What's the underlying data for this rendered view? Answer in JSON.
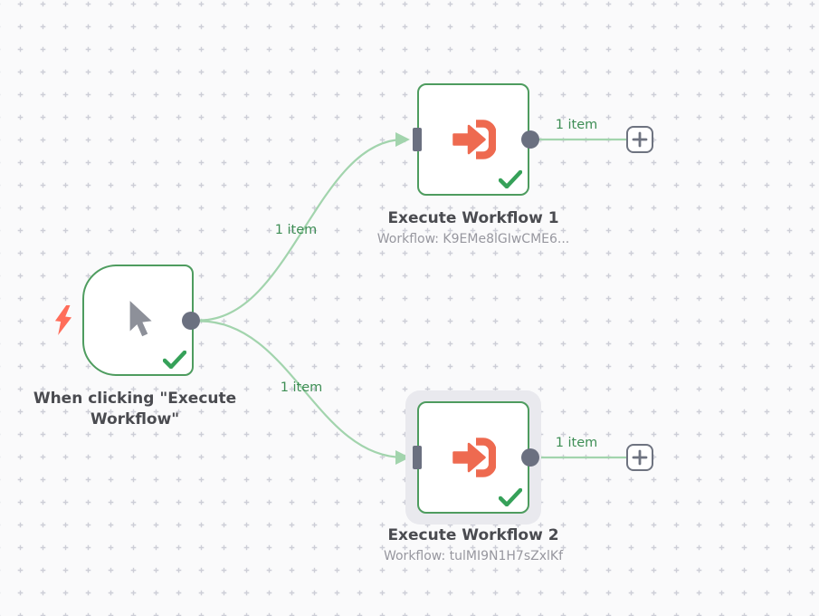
{
  "app": "n8n-workflow-canvas",
  "nodes": {
    "trigger": {
      "title": "When clicking \"Execute Workflow\"",
      "type": "manual-trigger",
      "status": "success"
    },
    "wf1": {
      "title": "Execute Workflow 1",
      "subtitle": "Workflow: K9EMe8lGIwCME6...",
      "type": "execute-workflow",
      "status": "success"
    },
    "wf2": {
      "title": "Execute Workflow 2",
      "subtitle": "Workflow: tulMI9N1H7sZxlKf",
      "type": "execute-workflow",
      "status": "success",
      "selected": true
    }
  },
  "connections": {
    "trigger_to_wf1": {
      "label": "1 item"
    },
    "trigger_to_wf2": {
      "label": "1 item"
    },
    "wf1_output": {
      "label": "1 item"
    },
    "wf2_output": {
      "label": "1 item"
    }
  },
  "buttons": {
    "add_node_wf1": "+",
    "add_node_wf2": "+"
  },
  "icons": {
    "trigger_indicator": "lightning-bolt-icon",
    "trigger_node": "mouse-cursor-icon",
    "execute_workflow_node": "sign-in-arrow-icon",
    "success": "checkmark-icon",
    "add": "plus-icon"
  },
  "colors": {
    "canvas_bg": "#fafafb",
    "grid_mark": "#cdced7",
    "node_border_success": "#4e9c5f",
    "checkmark": "#36a159",
    "connection": "#a2d4ad",
    "item_count_text": "#3e8e55",
    "connector": "#6b7080",
    "node_icon_orange": "#ee6a50",
    "bolt_orange": "#ff6d5a",
    "title_text": "#4a4b50",
    "subtitle_text": "#97979f",
    "selection_halo": "#e9e9ee"
  }
}
